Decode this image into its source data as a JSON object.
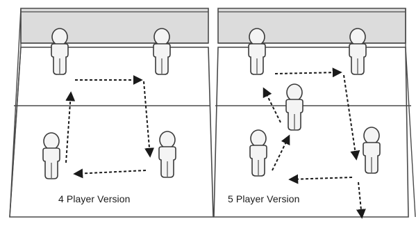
{
  "panels": [
    {
      "id": "four-player",
      "caption": "4 Player Version"
    },
    {
      "id": "five-player",
      "caption": "5 Player Version"
    }
  ],
  "colors": {
    "outline": "#4a4a4a",
    "wall": "#dcdcdc",
    "floor": "#ffffff",
    "figure_fill": "#f4f4f4",
    "arrow": "#1a1a1a"
  },
  "icons": {
    "player": "player-figure-icon",
    "pass": "dashed-arrow-icon"
  }
}
